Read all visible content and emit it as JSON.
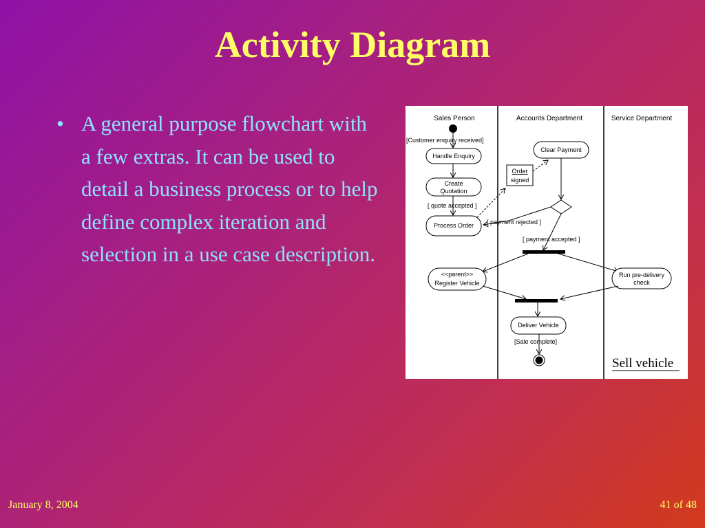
{
  "slide": {
    "title": "Activity Diagram",
    "bullets": [
      "A general purpose flowchart with a few extras. It can be used to detail a business process or to help define complex iteration and selection in a use case description."
    ],
    "footer_date": "January 8, 2004",
    "footer_page": "41 of 48"
  },
  "diagram": {
    "swimlanes": [
      "Sales Person",
      "Accounts Department",
      "Service Department"
    ],
    "activities": {
      "handle_enquiry": "Handle Enquiry",
      "create_quotation_1": "Create",
      "create_quotation_2": "Quotation",
      "process_order": "Process Order",
      "clear_payment": "Clear Payment",
      "register_vehicle_1": "<<parent>>",
      "register_vehicle_2": "Register Vehicle",
      "run_predelivery_1": "Run pre-delivery",
      "run_predelivery_2": "check",
      "deliver_vehicle": "Deliver Vehicle"
    },
    "object": {
      "line1": "Order",
      "line2": "signed"
    },
    "guards": {
      "customer_enquiry": "[Customer enquiry received]",
      "quote_accepted": "[ quote accepted ]",
      "payment_rejected": "[ payment rejected ]",
      "payment_accepted": "[ payment accepted ]",
      "sale_complete": "[Sale complete]"
    },
    "caption": "Sell vehicle"
  }
}
